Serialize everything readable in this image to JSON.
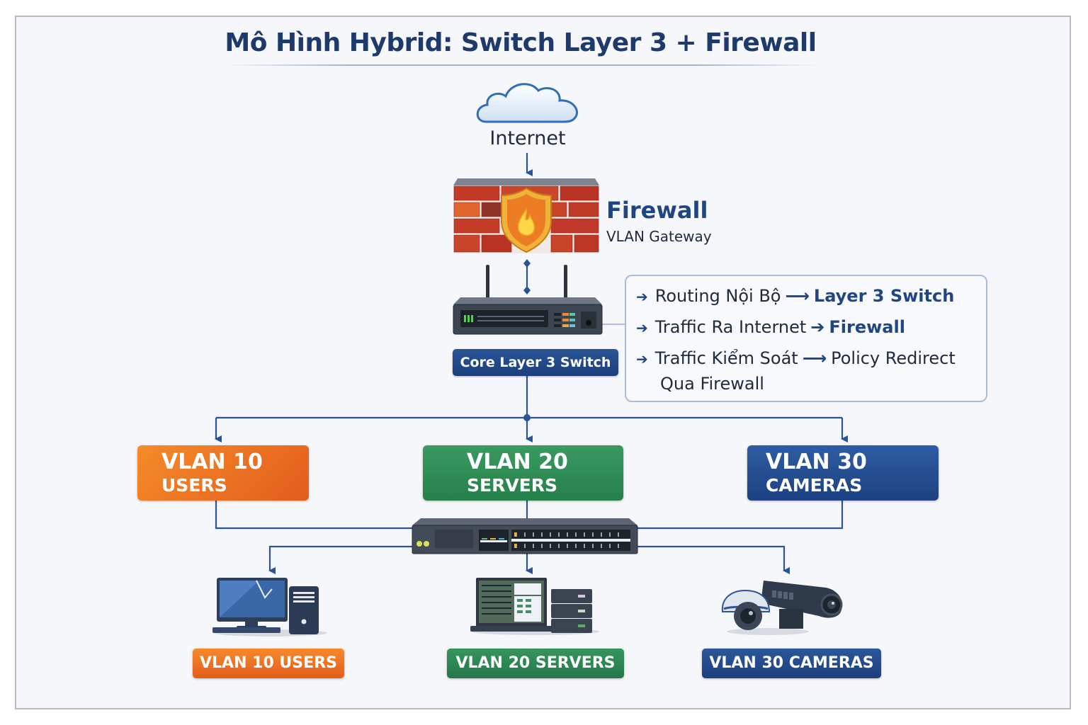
{
  "title": "Mô Hình Hybrid: Switch Layer 3 + Firewall",
  "nodes": {
    "internet": {
      "label": "Internet",
      "icon": "cloud-icon"
    },
    "firewall": {
      "title": "Firewall",
      "subtitle": "VLAN Gateway",
      "icon": "firewall-icon"
    },
    "core_switch": {
      "label": "Core Layer 3 Switch",
      "icon": "router-switch-icon"
    },
    "access_switch": {
      "icon": "access-switch-icon"
    }
  },
  "info_box": {
    "rows": [
      {
        "bullet": "➔",
        "text": "Routing Nội Bộ",
        "arrow": "⟶",
        "target": "Layer 3 Switch",
        "target_bold": true
      },
      {
        "bullet": "➔",
        "text": "Traffic Ra Internet",
        "arrow": "➔",
        "target": "Firewall",
        "target_bold": true
      },
      {
        "bullet": "➔",
        "text": "Traffic Kiểm Soát",
        "arrow": "⟶",
        "target": "Policy Redirect",
        "target_bold": false,
        "continuation": "Qua Firewall"
      }
    ]
  },
  "vlans": [
    {
      "id": "VLAN 10",
      "name": "USERS",
      "label": "VLAN 10 USERS",
      "color": "#ef7522",
      "icon": "desktop-pc-icon"
    },
    {
      "id": "VLAN 20",
      "name": "SERVERS",
      "label": "VLAN 20 SERVERS",
      "color": "#2f8b55",
      "icon": "server-rack-icon"
    },
    {
      "id": "VLAN 30",
      "name": "CAMERAS",
      "label": "VLAN 30 CAMERAS",
      "color": "#254d92",
      "icon": "security-camera-icon"
    }
  ],
  "colors": {
    "title": "#1d3a6b",
    "connector": "#2a5494",
    "frame_bg": "#f6f7fa",
    "frame_border": "#b6bbc4"
  }
}
